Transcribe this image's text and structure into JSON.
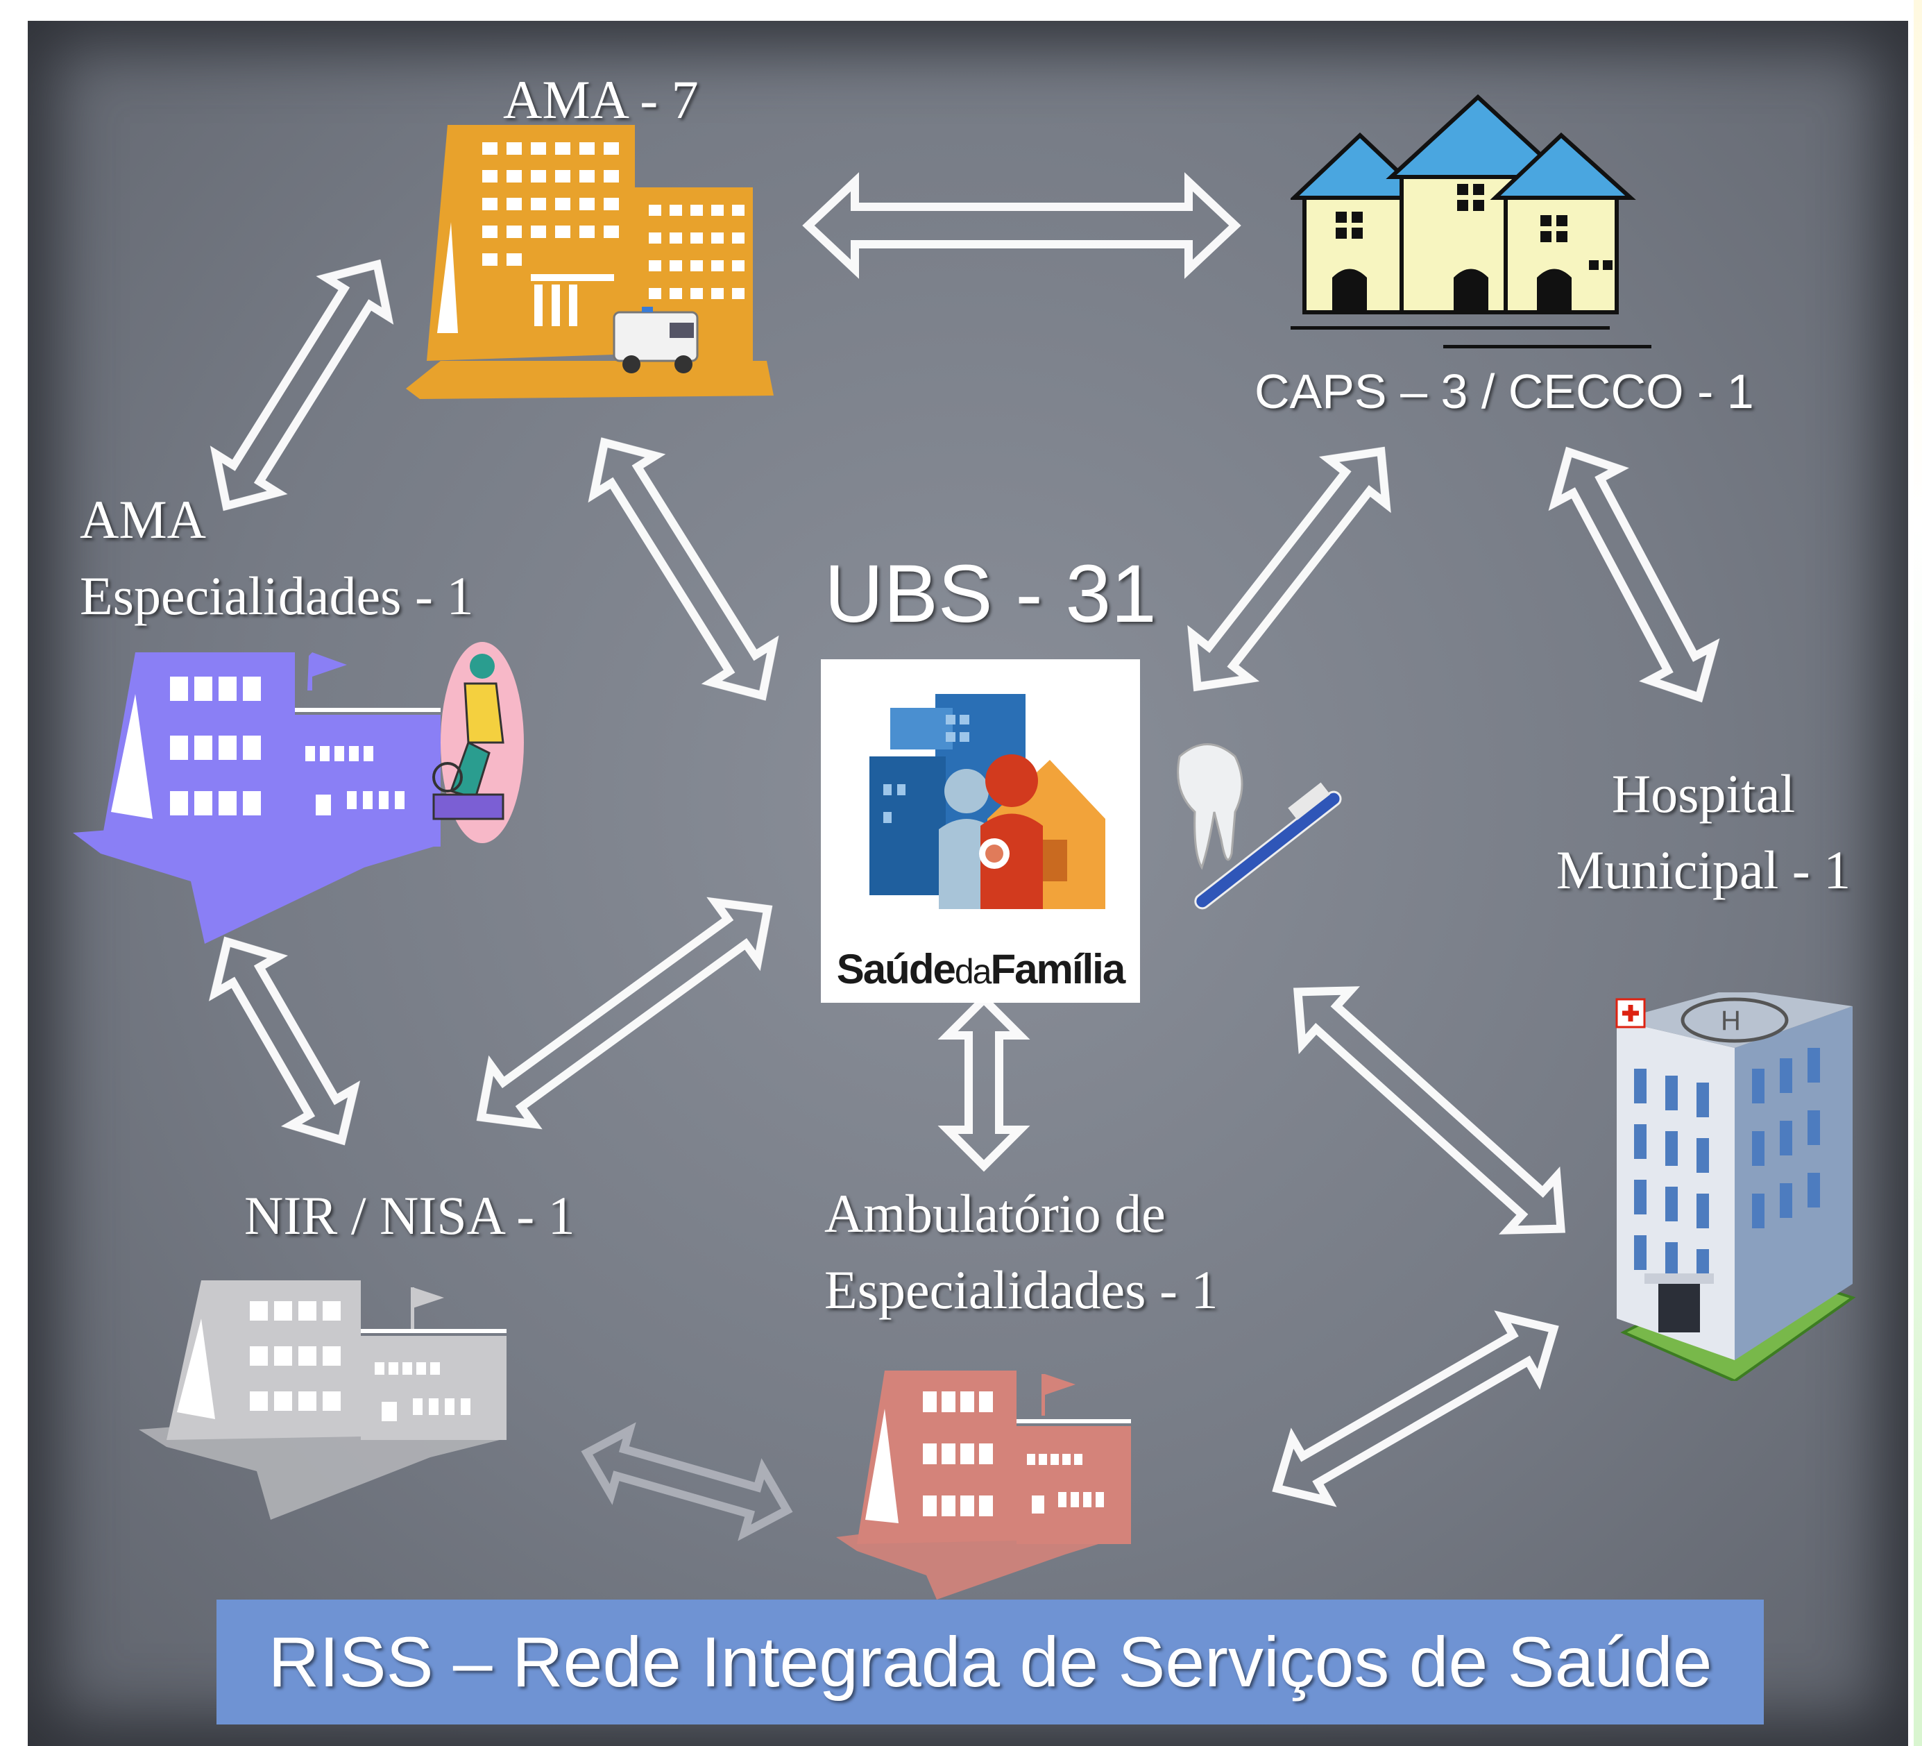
{
  "title": "RISS – Rede Integrada de Serviços  de Saúde",
  "center": {
    "label": "UBS - 31",
    "logo_word1": "Saúde",
    "logo_word2": "da",
    "logo_word3": "Família"
  },
  "nodes": {
    "ama": "AMA - 7",
    "caps": "CAPS – 3   / CECCO - 1",
    "ama_esp_line1": "AMA",
    "ama_esp_line2": "Especialidades - 1",
    "hospital_line1": "Hospital",
    "hospital_line2": "Municipal  - 1",
    "nir": "NIR / NISA - 1",
    "ambulatorio_line1": "Ambulatório  de",
    "ambulatorio_line2": "Especialidades - 1"
  },
  "colors": {
    "background": "#767b85",
    "title_bar": "#6f93d3",
    "ama_building": "#e8a22c",
    "ama_esp_building": "#8a7ff5",
    "nir_building": "#c9c9cc",
    "ambulatorio_building": "#d4837a",
    "caps_houses": "#f7f5c0",
    "roof": "#4aa6e0",
    "arrow": "#ffffff"
  }
}
